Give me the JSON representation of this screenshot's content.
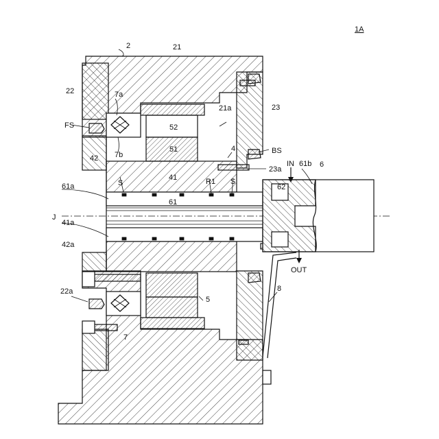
{
  "figure": {
    "title": "1A"
  },
  "labels": {
    "housing_assembly": "2",
    "housing": "21",
    "housing_recess": "21a",
    "left_plate": "22",
    "left_plate_lower": "22a",
    "end_cover": "23",
    "end_cover_hole": "23a",
    "bearing_top": "7a",
    "bearing_bottom": "7b",
    "bearing_lower": "7",
    "seal_fs": "FS",
    "seal_bs": "BS",
    "rotor_assembly": "4",
    "rotor": "41",
    "rotor_end": "41a",
    "spacer": "42",
    "spacer_end": "42a",
    "coil_outer": "52",
    "coil_inner": "51",
    "stator_lower": "5",
    "shaft": "61",
    "shaft_end": "61a",
    "shaft_tip": "61b",
    "connector": "62",
    "joint_assembly": "6",
    "seal_s_left": "S",
    "seal_s_right": "S",
    "ring_r1": "R1",
    "axis": "J",
    "inlet": "IN",
    "outlet": "OUT",
    "pipe": "8"
  },
  "colors": {
    "line": "#111111",
    "background": "#ffffff"
  }
}
